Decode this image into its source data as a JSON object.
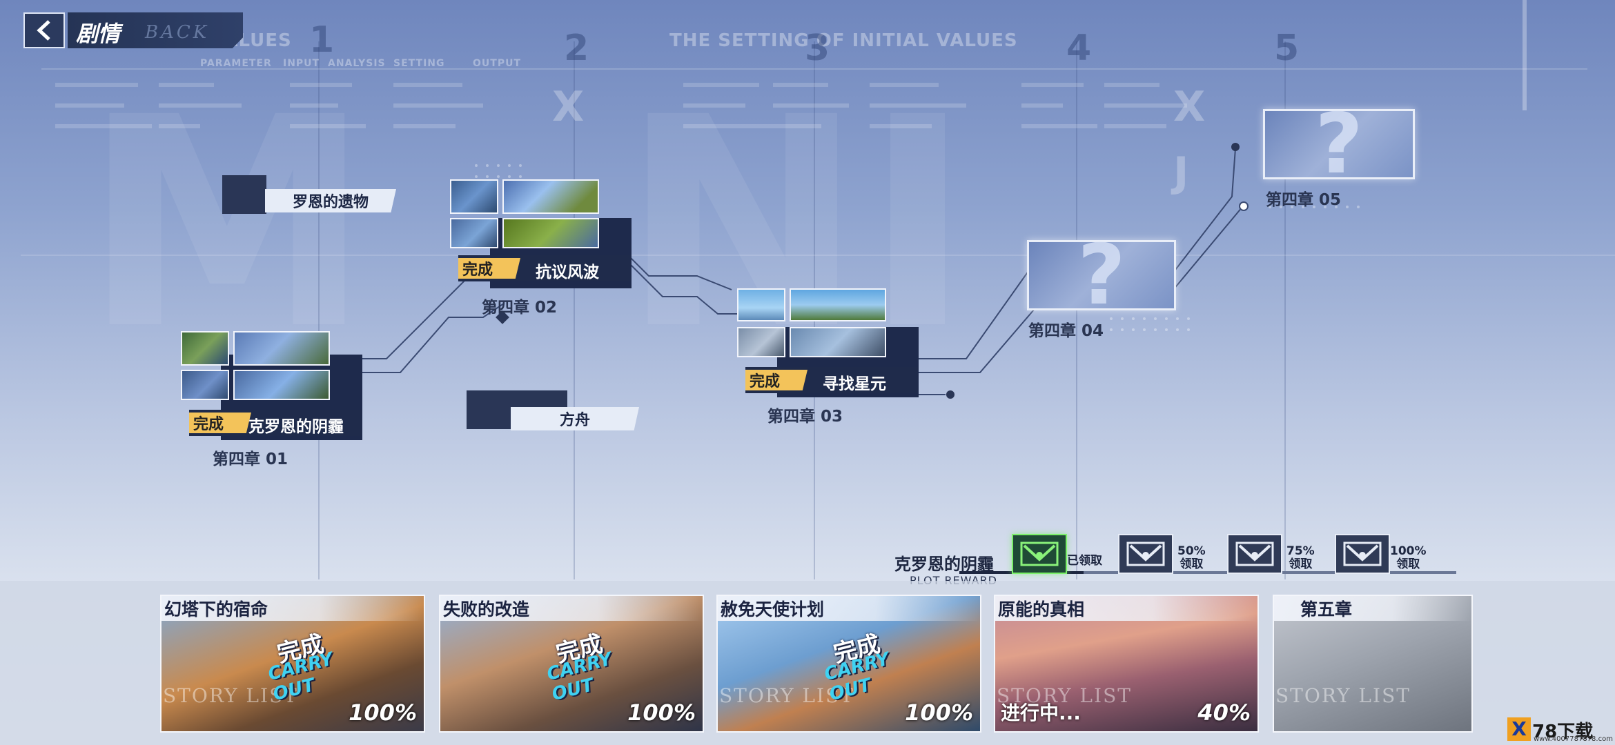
{
  "header": {
    "title": "剧情",
    "subtitle": "BACK"
  },
  "background": {
    "heading_left": "VALUES",
    "heading_right": "THE SETTING OF INITIAL VALUES",
    "columns": [
      "PARAMETER",
      "INPUT",
      "ANALYSIS",
      "SETTING",
      "OUTPUT"
    ],
    "column_numbers": [
      "1",
      "2",
      "3",
      "4",
      "5"
    ],
    "letters": [
      "X",
      "J"
    ]
  },
  "stages": [
    {
      "code": "第四章 01",
      "name": "克罗恩的阴霾",
      "status": "完成"
    },
    {
      "code": "第四章 02",
      "name": "抗议风波",
      "status": "完成"
    },
    {
      "code": "第四章 03",
      "name": "寻找星元",
      "status": "完成"
    },
    {
      "code": "第四章 04",
      "locked": "?"
    },
    {
      "code": "第四章 05",
      "locked": "?"
    }
  ],
  "side_stages": [
    {
      "name": "罗恩的遗物"
    },
    {
      "name": "方舟"
    }
  ],
  "reward": {
    "title": "克罗恩的阴霾",
    "subtitle": "PLOT REWARD",
    "progress": 0.25,
    "milestones": [
      {
        "label": "已领取",
        "state": "claimed"
      },
      {
        "pct": "50%",
        "label": "领取"
      },
      {
        "pct": "75%",
        "label": "领取"
      },
      {
        "pct": "100%",
        "label": "领取"
      }
    ]
  },
  "chapters": [
    {
      "title": "幻塔下的宿命",
      "percent": "100%",
      "stamp_cn": "完成",
      "stamp_en": "CARRY OUT",
      "watermark": "STORY LIST"
    },
    {
      "title": "失败的改造",
      "percent": "100%",
      "stamp_cn": "完成",
      "stamp_en": "CARRY OUT"
    },
    {
      "title": "赦免天使计划",
      "percent": "100%",
      "stamp_cn": "完成",
      "stamp_en": "CARRY OUT",
      "watermark": "STORY LIST"
    },
    {
      "title": "原能的真相",
      "percent": "40%",
      "status": "进行中...",
      "watermark": "STORY LIST"
    },
    {
      "title": "第五章",
      "watermark": "STORY LIST"
    }
  ],
  "logo": {
    "mark": "X",
    "name": "78下载",
    "url": "www.4007787878.com"
  },
  "colors": {
    "accent_yellow": "#f3c35a",
    "panel_navy": "#1f2b4b",
    "claimed_green": "#7cf06a",
    "stamp_cyan": "#3fd2f2"
  }
}
